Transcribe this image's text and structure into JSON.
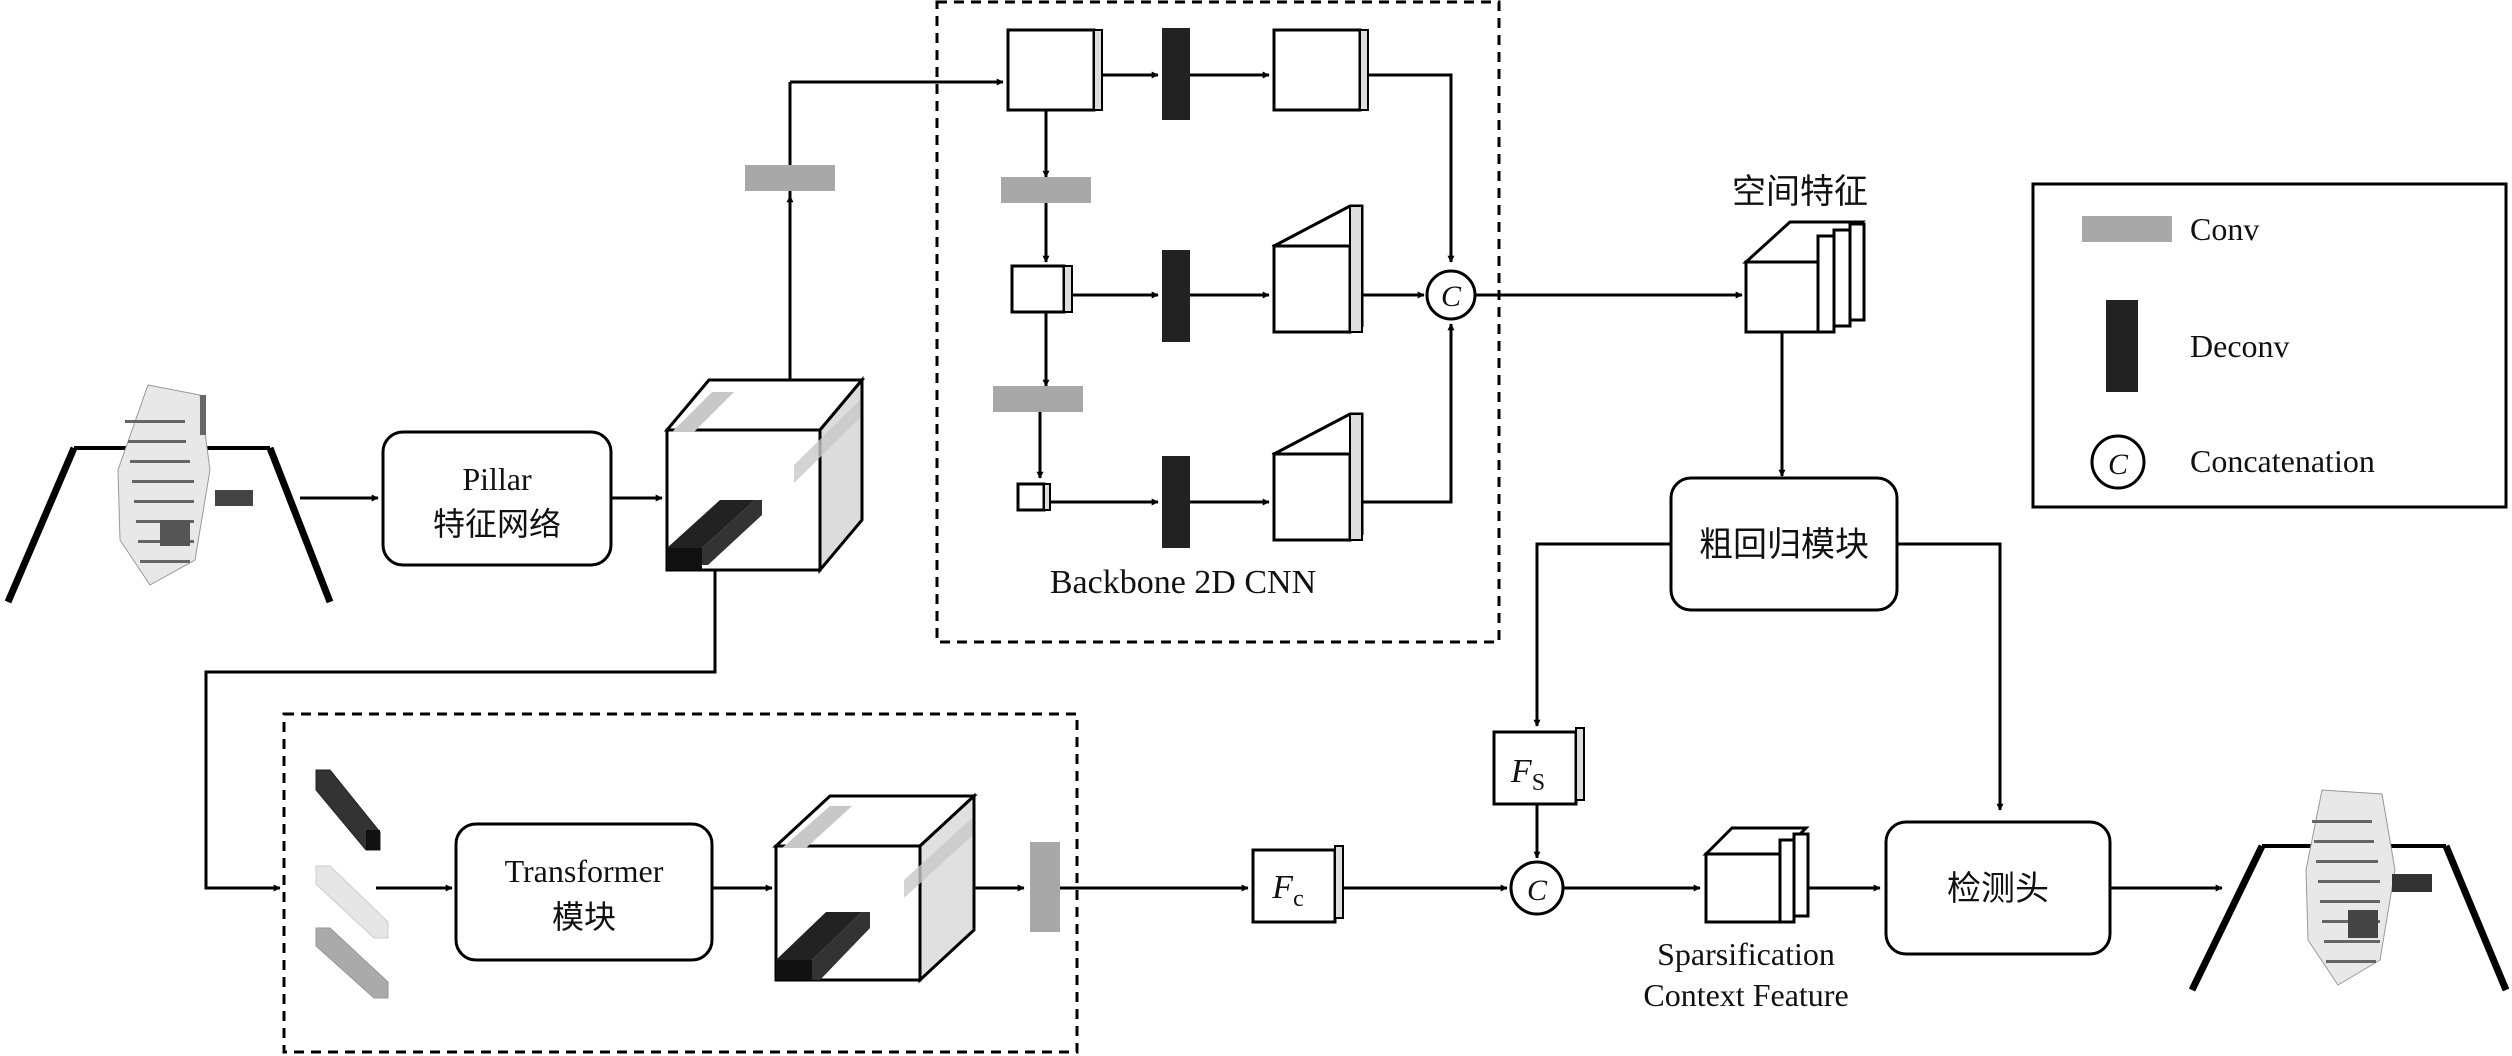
{
  "backbone": {
    "label": "Backbone 2D CNN"
  },
  "pillar": {
    "line1": "Pillar",
    "line2": "特征网络"
  },
  "transformer": {
    "line1": "Transformer",
    "line2": "模块"
  },
  "spatial_feature": {
    "label": "空间特征"
  },
  "coarse_regression": {
    "label": "粗回归模块"
  },
  "detection_head": {
    "label": "检测头"
  },
  "fs": {
    "main": "F",
    "sub": "S"
  },
  "fc": {
    "main": "F",
    "sub": "c"
  },
  "concat_symbol": "C",
  "sparse_feature": {
    "line1": "Sparsification",
    "line2": "Context Feature"
  },
  "legend": {
    "conv": "Conv",
    "deconv": "Deconv",
    "concat": "Concatenation",
    "concat_symbol": "C"
  },
  "colors": {
    "conv": "#a8a8a8",
    "deconv": "#222222",
    "line": "#000000"
  }
}
